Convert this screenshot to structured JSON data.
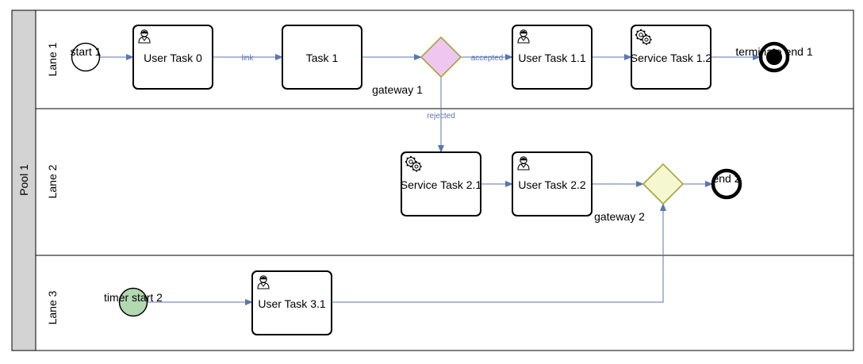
{
  "pool": {
    "label": "Pool 1"
  },
  "lanes": [
    {
      "id": "lane1",
      "label": "Lane 1"
    },
    {
      "id": "lane2",
      "label": "Lane 2"
    },
    {
      "id": "lane3",
      "label": "Lane 3"
    }
  ],
  "events": {
    "start1": {
      "label": "start 1"
    },
    "end1": {
      "label": "terminate end 1"
    },
    "end2": {
      "label": "end 2"
    },
    "timer_start2": {
      "label": "timer start 2",
      "color": "#b3d9b3"
    }
  },
  "tasks": {
    "user_task_0": {
      "label": "User Task 0",
      "icon": "user-icon"
    },
    "task_1": {
      "label": "Task 1"
    },
    "user_task_1_1": {
      "label": "User Task 1.1",
      "icon": "user-icon"
    },
    "service_task_1_2": {
      "label": "Service Task 1.2",
      "icon": "gear-icon"
    },
    "service_task_2_1": {
      "label": "Service Task 2.1",
      "icon": "gear-icon"
    },
    "user_task_2_2": {
      "label": "User Task 2.2",
      "icon": "user-icon"
    },
    "user_task_3_1": {
      "label": "User Task 3.1",
      "icon": "user-icon"
    }
  },
  "gateways": {
    "gateway1": {
      "label": "gateway 1",
      "color": "#efc6ef"
    },
    "gateway2": {
      "label": "gateway 2",
      "color": "#f4f7cf"
    }
  },
  "edges": {
    "link": "link",
    "accepted": "accepted",
    "rejected": "rejected"
  },
  "colors": {
    "edge": "#5b76b0",
    "pool_header": "#d3d3d3",
    "gateway_stroke": "#9aa02a"
  }
}
